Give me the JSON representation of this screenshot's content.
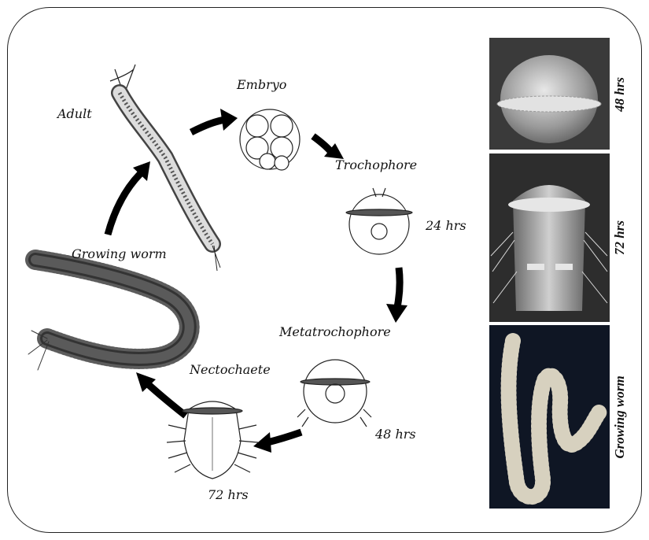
{
  "stages": {
    "adult": "Adult",
    "embryo": "Embryo",
    "trochophore": "Trochophore",
    "metatrochophore": "Metatrochophore",
    "nectochaete": "Nectochaete",
    "growing_worm": "Growing worm"
  },
  "time_labels": {
    "trochophore": "24 hrs",
    "metatrochophore": "48 hrs",
    "nectochaete": "72 hrs"
  },
  "photo_labels": {
    "top": "48 hrs",
    "middle": "72 hrs",
    "bottom": "Growing worm"
  }
}
